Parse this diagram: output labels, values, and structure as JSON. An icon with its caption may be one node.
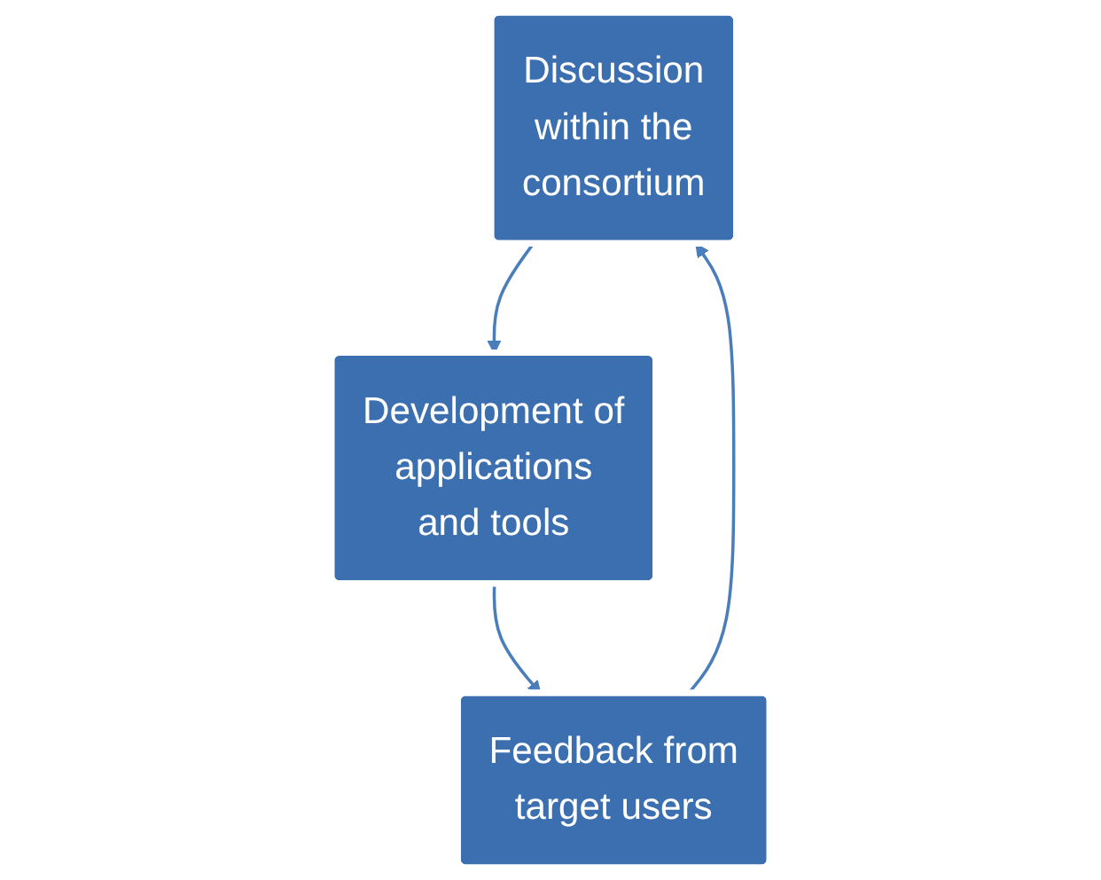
{
  "diagram": {
    "nodes": [
      {
        "text": [
          "Discussion within the consortium"
        ]
      },
      {
        "text": [
          "Development of applications and tools"
        ]
      },
      {
        "text": [
          "Feedback from target users"
        ]
      }
    ],
    "edges": [
      {
        "from": 0,
        "to": 1,
        "arrow": "to"
      },
      {
        "from": 1,
        "to": 2,
        "arrow": "to"
      },
      {
        "from": 2,
        "to": 0,
        "arrow": "to"
      }
    ]
  }
}
